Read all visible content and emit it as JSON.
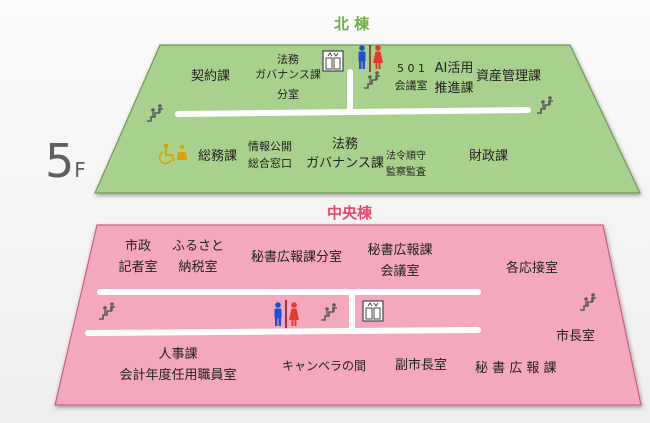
{
  "floor": {
    "number": "5",
    "unit": "F"
  },
  "north": {
    "label": "北 棟",
    "rooms": {
      "keiyaku": "契約課",
      "homu1_l1": "法務",
      "homu1_l2": "ガバナンス課",
      "homu1_l3": "分室",
      "room501_l1": "5 0 1",
      "room501_l2": "会議室",
      "ai_l1": "AI活用",
      "ai_l2": "推進課",
      "shisan": "資産管理課",
      "somu": "総務課",
      "joho_l1": "情報公開",
      "joho_l2": "総合窓口",
      "homu2_l1": "法務",
      "homu2_l2": "ガバナンス課",
      "kansa_l1": "法令順守",
      "kansa_l2": "監察監査",
      "zaisei": "財政課"
    }
  },
  "center": {
    "label": "中央棟",
    "rooms": {
      "kisha_l1": "市政",
      "kisha_l2": "記者室",
      "furusato_l1": "ふるさと",
      "furusato_l2": "納税室",
      "hisho_bunshitsu": "秘書広報課分室",
      "hisho_kaigi_l1": "秘書広報課",
      "hisho_kaigi_l2": "会議室",
      "ouse": "各応接室",
      "jinji_l1": "人事課",
      "jinji_l2": "会計年度任用職員室",
      "canberra": "キャンベラの間",
      "fukushicho": "副市長室",
      "hisho": "秘 書 広 報 課",
      "shicho": "市長室"
    }
  },
  "colors": {
    "north_fill": "#a9d18e",
    "north_border": "#6f9a53",
    "north_label": "#70ad47",
    "center_fill": "#f4a8bd",
    "center_border": "#c9607e",
    "center_label": "#e8486a",
    "male": "#1f4fd1",
    "female": "#e8382c",
    "accessible": "#d9a400",
    "stairs": "#5b5b5b"
  },
  "icons": [
    "stairs-icon",
    "elevator-icon",
    "restroom-male-icon",
    "restroom-female-icon",
    "accessible-toilet-icon"
  ]
}
